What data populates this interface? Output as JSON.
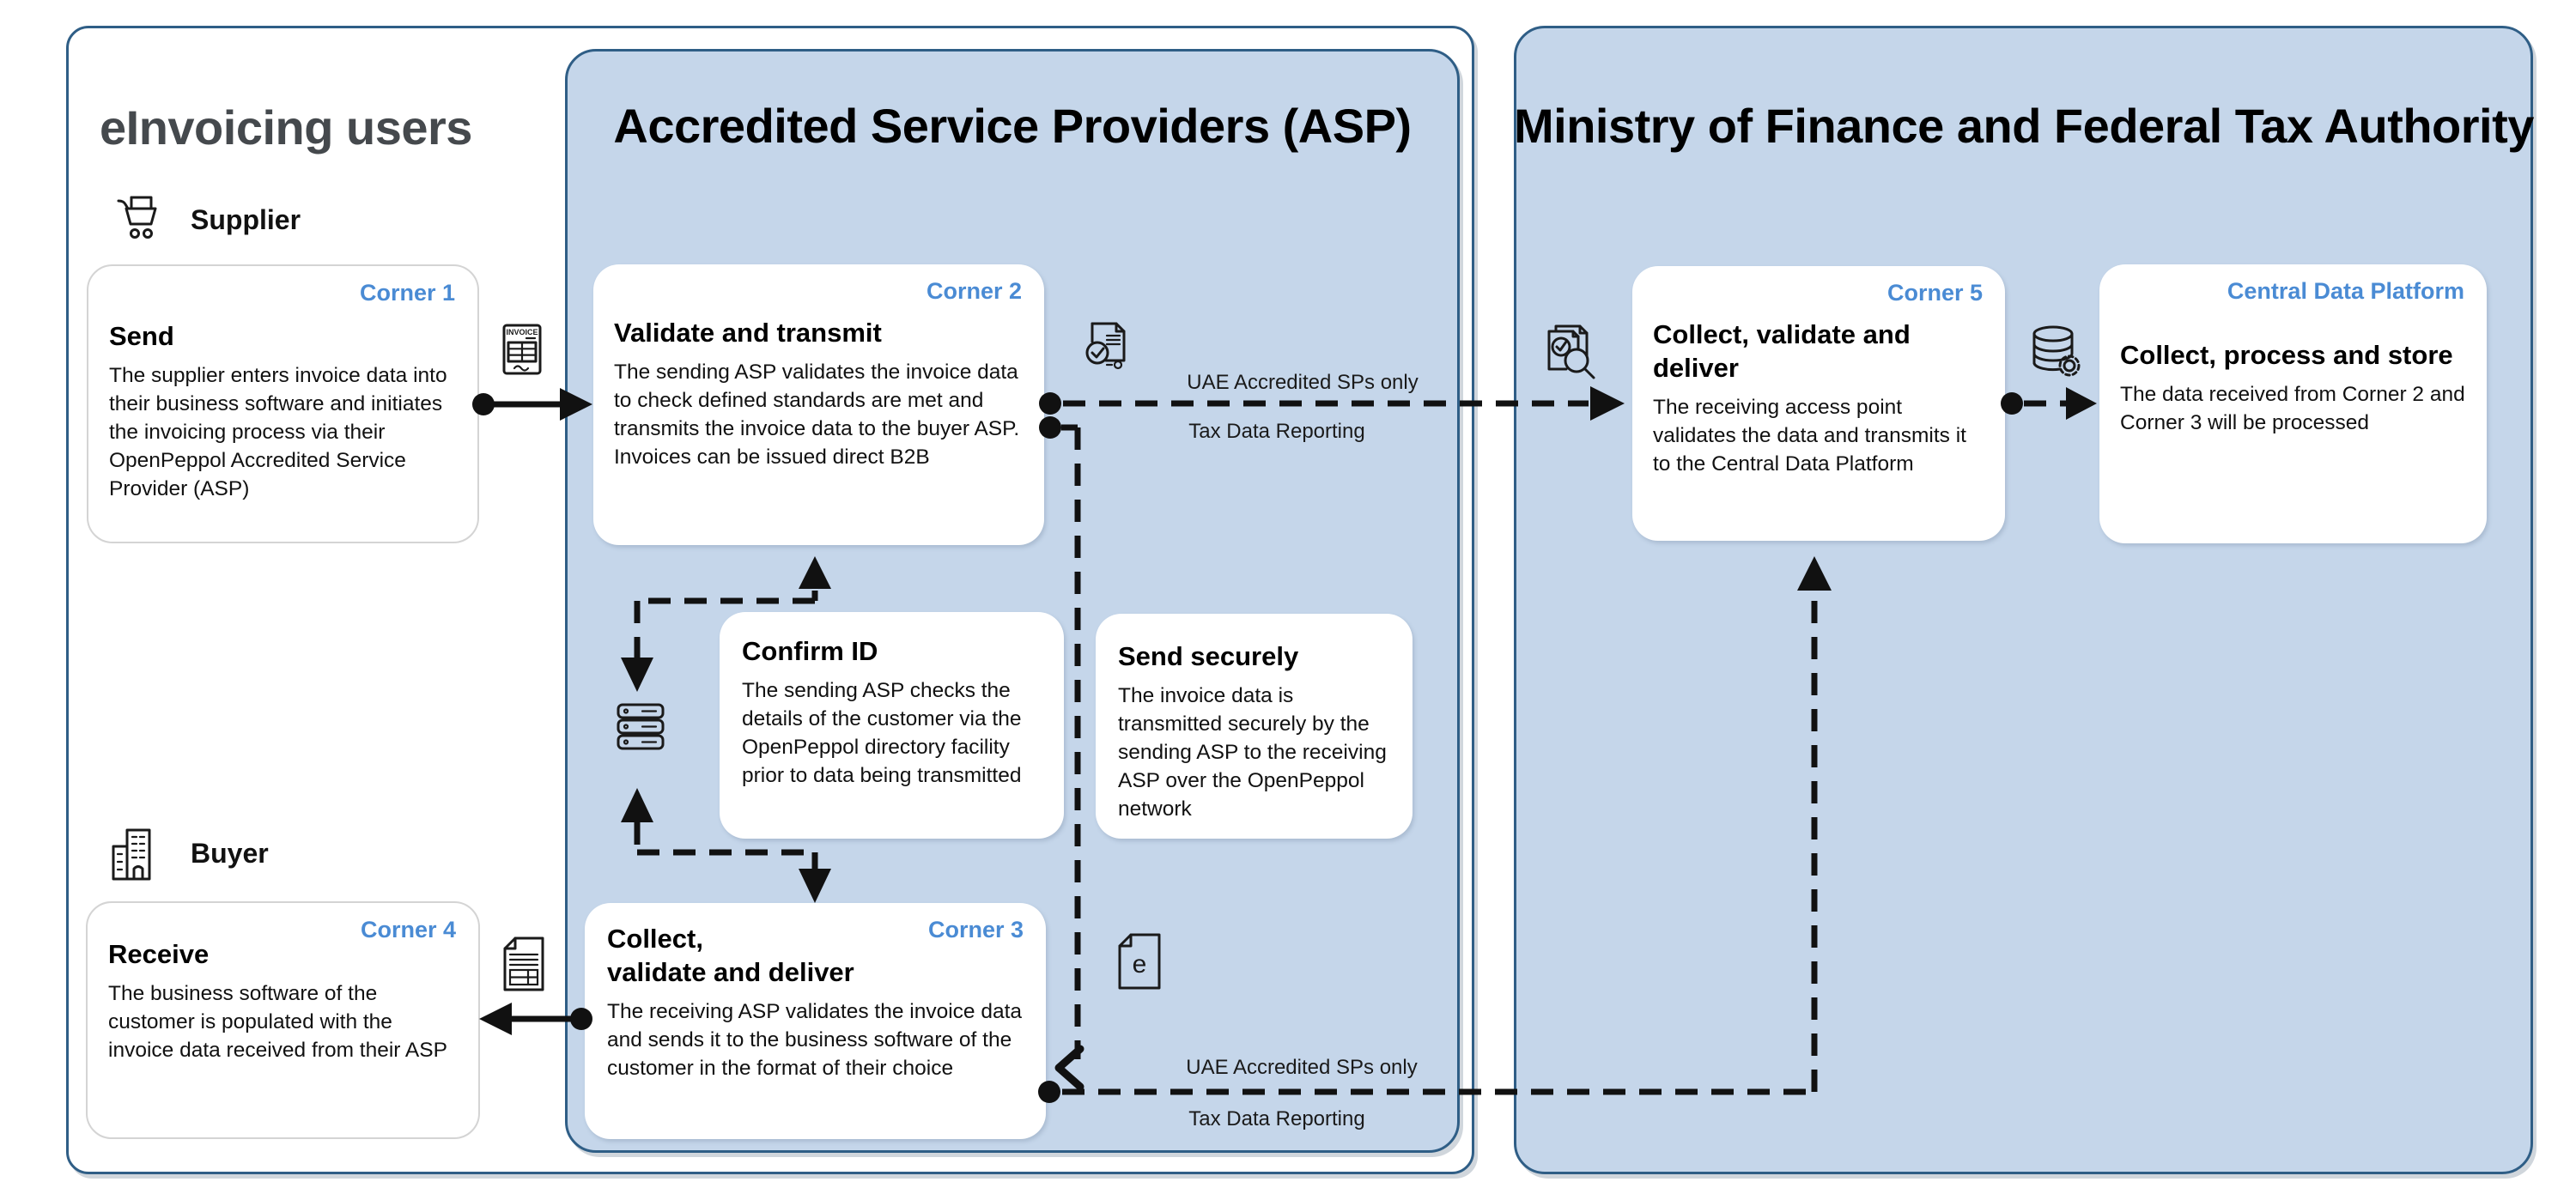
{
  "colors": {
    "panel_fill": "#c5d6ea",
    "panel_border": "#2f5e86",
    "badge_blue": "#4a8bd4",
    "users_title_gray": "#45494d"
  },
  "sections": {
    "users": {
      "title": "eInvoicing users",
      "supplier_label": "Supplier",
      "buyer_label": "Buyer"
    },
    "asp": {
      "title": "Accredited Service Providers (ASP)"
    },
    "mof": {
      "title": "Ministry of Finance and Federal Tax Authority"
    }
  },
  "cards": {
    "corner1": {
      "badge": "Corner 1",
      "title": "Send",
      "body": "The supplier enters invoice data into their business software and initiates the invoicing process via their OpenPeppol Accredited Service Provider (ASP)"
    },
    "corner2": {
      "badge": "Corner 2",
      "title": "Validate and transmit",
      "body": "The sending ASP validates the invoice data to check defined standards are met and transmits the invoice data to the buyer ASP. Invoices can be issued direct B2B"
    },
    "confirm_id": {
      "title": "Confirm ID",
      "body": "The sending ASP checks the details of the customer via the OpenPeppol directory facility prior to data being transmitted"
    },
    "send_securely": {
      "title": "Send securely",
      "body": "The invoice data is transmitted securely by the sending ASP to the receiving ASP over the OpenPeppol network"
    },
    "corner3": {
      "badge": "Corner 3",
      "title_line1": "Collect,",
      "title_line2": "validate and deliver",
      "body": "The receiving ASP validates the invoice data and sends it to the business software of the customer in the format of their choice"
    },
    "corner4": {
      "badge": "Corner 4",
      "title": "Receive",
      "body": "The business software of the customer is populated with the invoice data received from their ASP"
    },
    "corner5": {
      "badge": "Corner 5",
      "title": "Collect, validate and deliver",
      "body": "The receiving access point validates the data and transmits it to the Central Data Platform"
    },
    "cdp": {
      "badge": "Central Data Platform",
      "title": "Collect, process and store",
      "body": "The data received from Corner 2 and Corner 3 will be processed"
    }
  },
  "flow_labels": {
    "corner2_corner5": {
      "line1": "UAE Accredited SPs only",
      "line2": "Tax Data Reporting"
    },
    "corner3_corner5": {
      "line1": "UAE Accredited SPs only",
      "line2": "Tax Data Reporting"
    }
  },
  "icons": {
    "invoice_text": "INVOICE",
    "e_doc_text": "e"
  }
}
